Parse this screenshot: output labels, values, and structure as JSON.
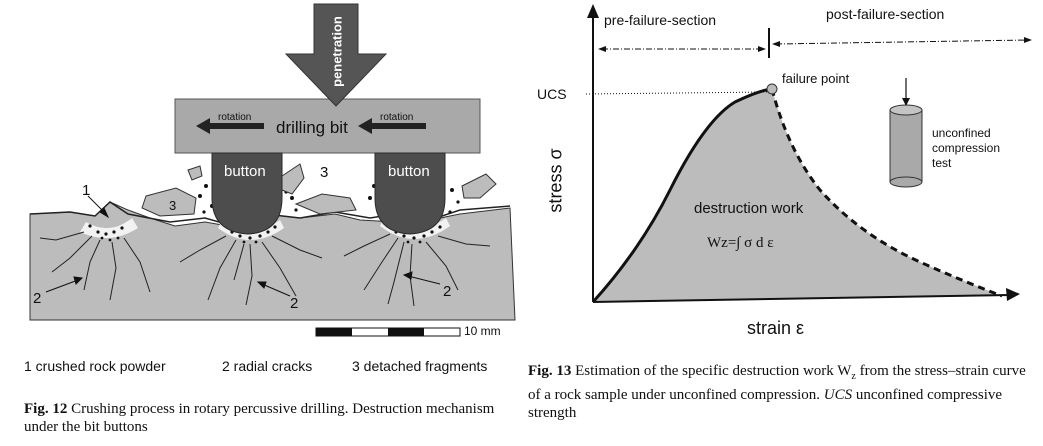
{
  "fig12": {
    "arrow_label": "penetration",
    "bit_label": "drilling bit",
    "rotation_left": "rotation",
    "rotation_right": "rotation",
    "button_left": "button",
    "button_right": "button",
    "marker_1": "1",
    "marker_2a": "2",
    "marker_2b": "2",
    "marker_2c": "2",
    "marker_3a": "3",
    "marker_3b": "3",
    "scale_label": "10 mm",
    "legend": [
      "1 crushed rock powder",
      "2 radial cracks",
      "3 detached fragments"
    ],
    "caption_label": "Fig. 12",
    "caption_text": "Crushing process in rotary percussive drilling. Destruction mechanism under the bit buttons"
  },
  "fig13": {
    "pre_section": "pre-failure-section",
    "post_section": "post-failure-section",
    "ucs": "UCS",
    "failure_point": "failure point",
    "y_axis_label": "stress σ",
    "x_axis_label": "strain ε",
    "area_label": "destruction work",
    "formula": "Wz=∫ σ d ε",
    "test_label_1": "unconfined",
    "test_label_2": "compression",
    "test_label_3": "test",
    "caption_label": "Fig. 13",
    "caption_text_1": "Estimation of the specific destruction work W",
    "caption_sub": "z",
    "caption_text_2": " from the stress–strain curve of a rock sample under unconfined compression.",
    "caption_ucs": "UCS",
    "caption_text_3": " unconfined compressive strength"
  }
}
